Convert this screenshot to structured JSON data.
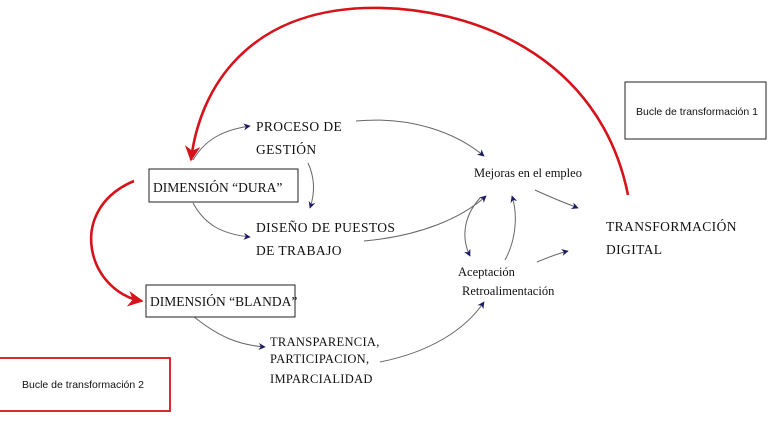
{
  "nodes": {
    "proceso_gestion": [
      "PROCESO DE",
      "GESTIÓN"
    ],
    "dimension_dura": "DIMENSIÓN “DURA”",
    "diseno_puestos": [
      "DISEÑO DE PUESTOS",
      "DE TRABAJO"
    ],
    "dimension_blanda": "DIMENSIÓN “BLANDA”",
    "transparencia": [
      "TRANSPARENCIA,",
      "PARTICIPACION,",
      "IMPARCIALIDAD"
    ],
    "mejoras": "Mejoras en  el empleo",
    "aceptacion": "Aceptación",
    "retroalimentacion": "Retroalimentación",
    "transformacion_digital": [
      "TRANSFORMACIÓN",
      "DIGITAL"
    ]
  },
  "loops": {
    "bucle_1": "Bucle de transformación  1",
    "bucle_2": "Bucle de transformación 2"
  },
  "colors": {
    "red_loop": "#d4141a",
    "arrow_navy": "#1b1a66",
    "line_gray": "#555555",
    "box_border": "#222222"
  }
}
